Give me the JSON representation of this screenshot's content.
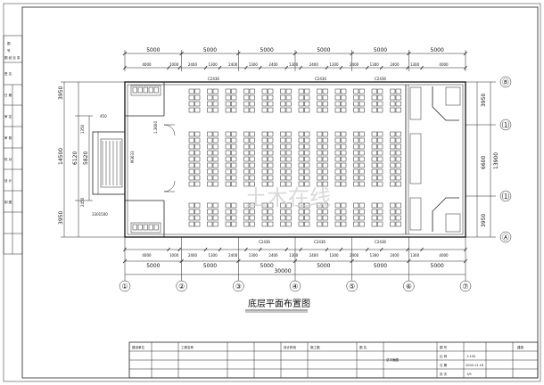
{
  "plan": {
    "title": "底层平面布置图",
    "watermark": "土木在线",
    "axes_horizontal": [
      "①",
      "②",
      "③",
      "④",
      "⑤",
      "⑥",
      "⑦"
    ],
    "axes_vertical": [
      "Ⓑ",
      "⑴",
      "⑴",
      "Ⓐ"
    ],
    "dims_top_outer": [
      "5000",
      "5000",
      "5000",
      "5000",
      "5000",
      "5000"
    ],
    "dims_top_inner": [
      "4000",
      "1000",
      "2400",
      "1300",
      "2400",
      "1300",
      "2400",
      "1300",
      "2400",
      "1300",
      "2400",
      "1300",
      "2400",
      "1300",
      "4000"
    ],
    "dims_bottom_inner": [
      "4000",
      "1000",
      "2400",
      "1300",
      "2400",
      "1300",
      "2400",
      "1300",
      "2400",
      "1300",
      "2400",
      "1300",
      "2400",
      "1300",
      "4000"
    ],
    "dims_bottom_outer": [
      "5000",
      "5000",
      "5000",
      "5000",
      "5000",
      "5000"
    ],
    "total_length": "30000",
    "dims_left": [
      "3950",
      "14500",
      "6120",
      "5820",
      "3950"
    ],
    "dims_left_small": [
      "1350",
      "450",
      "2450",
      "3301500"
    ],
    "dims_right": [
      "3950",
      "6600",
      "13900",
      "3950"
    ],
    "window_tags": [
      "C2436",
      "C2436",
      "C2436"
    ],
    "door_tag": "M3633",
    "entry_dim": "1.3600"
  },
  "title_block": {
    "cells": [
      "建设单位",
      "图 名",
      "工程名称",
      "总平面图",
      "设计阶段",
      "施工图",
      "图 号",
      "比 例",
      "1:100",
      "日 期",
      "2004.11.18",
      "页 次",
      "1/9",
      "建施"
    ]
  },
  "side_strip": {
    "cells": [
      "图",
      "号",
      "图 纸 目 录",
      "签 名",
      "日 期",
      "审 定",
      "审 核",
      "校 对",
      "设 计",
      "制 图"
    ]
  }
}
